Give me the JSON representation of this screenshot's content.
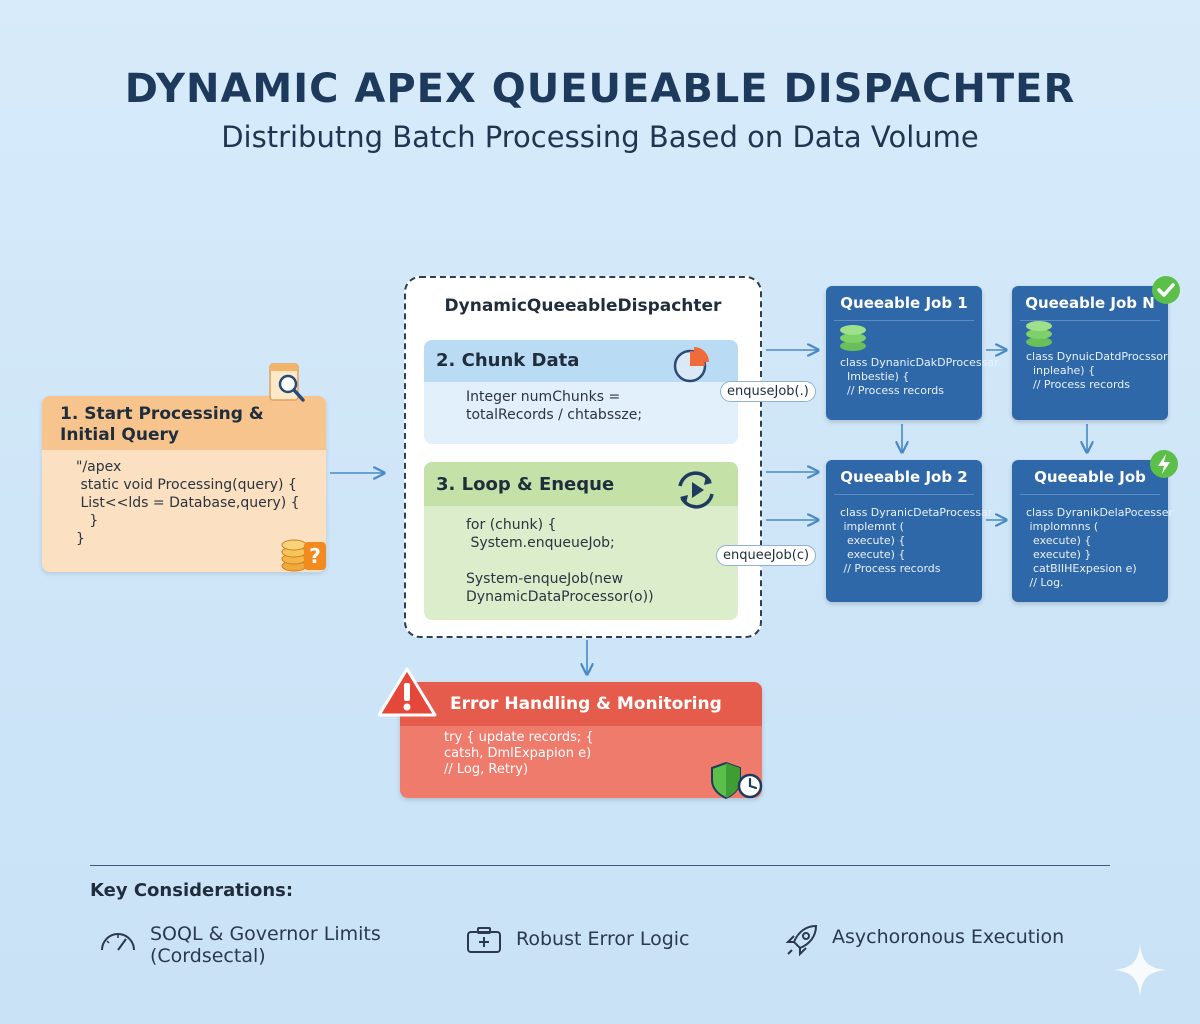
{
  "header": {
    "title": "DYNAMIC APEX QUEUEABLE DISPACHTER",
    "subtitle": "Distributng Batch Processing Based on Data Volume"
  },
  "start": {
    "title": "1. Start Processing & Initial Query",
    "code": "\"/apex\n static void Processing(query) {\n List<<lds = Database,query) {\n   }\n}"
  },
  "dispatcher": {
    "title": "DynamicQueeableDispachter",
    "chunk": {
      "title": "2. Chunk Data",
      "code": "Integer numChunks =\ntotalRecords / chtabssze;"
    },
    "loop": {
      "title": "3. Loop & Eneque",
      "code": "for (chunk) {\n System.enqueueJob;\n\nSystem-enqueJob(new\nDynamicDataProcessor(o))"
    }
  },
  "pills": {
    "top": "enquseJob(.)",
    "bottom": "enqueeJob(c)"
  },
  "jobs": [
    {
      "title": "Queeable Job 1",
      "code": "class DynanicDakDProcessar\n  Imbestie) {\n  // Process records"
    },
    {
      "title": "Queeable Job N",
      "code": "class DynuicDatdProcssor\n  inpleahe) {\n  // Process records"
    },
    {
      "title": "Queeable Job 2",
      "code": "class DyranicDetaProcessar\n implemnt (\n  execute) {\n  execute) {\n // Process records"
    },
    {
      "title": "Queeable Job",
      "code": "class DyranikDelaPocesser\n implomnns (\n  execute) {\n  execute) }\n  catBIIHExpesion e)\n // Log."
    }
  ],
  "error": {
    "title": "Error Handling & Monitoring",
    "code": "try { update records; {\ncatsh, DmlExpapion e)\n// Log, Retry)"
  },
  "key": {
    "title": "Key Considerations:",
    "items": [
      {
        "icon": "speedometer-icon",
        "label": "SOQL & Governor Limits\n(Cordsectal)"
      },
      {
        "icon": "medical-kit-icon",
        "label": "Robust Error Logic"
      },
      {
        "icon": "rocket-icon",
        "label": "Asychoronous Execution"
      }
    ]
  },
  "colors": {
    "start": "#f7c48d",
    "chunk": "#b9dbf4",
    "loop": "#c4e1a8",
    "job": "#2f68a8",
    "error": "#e55c4c"
  }
}
